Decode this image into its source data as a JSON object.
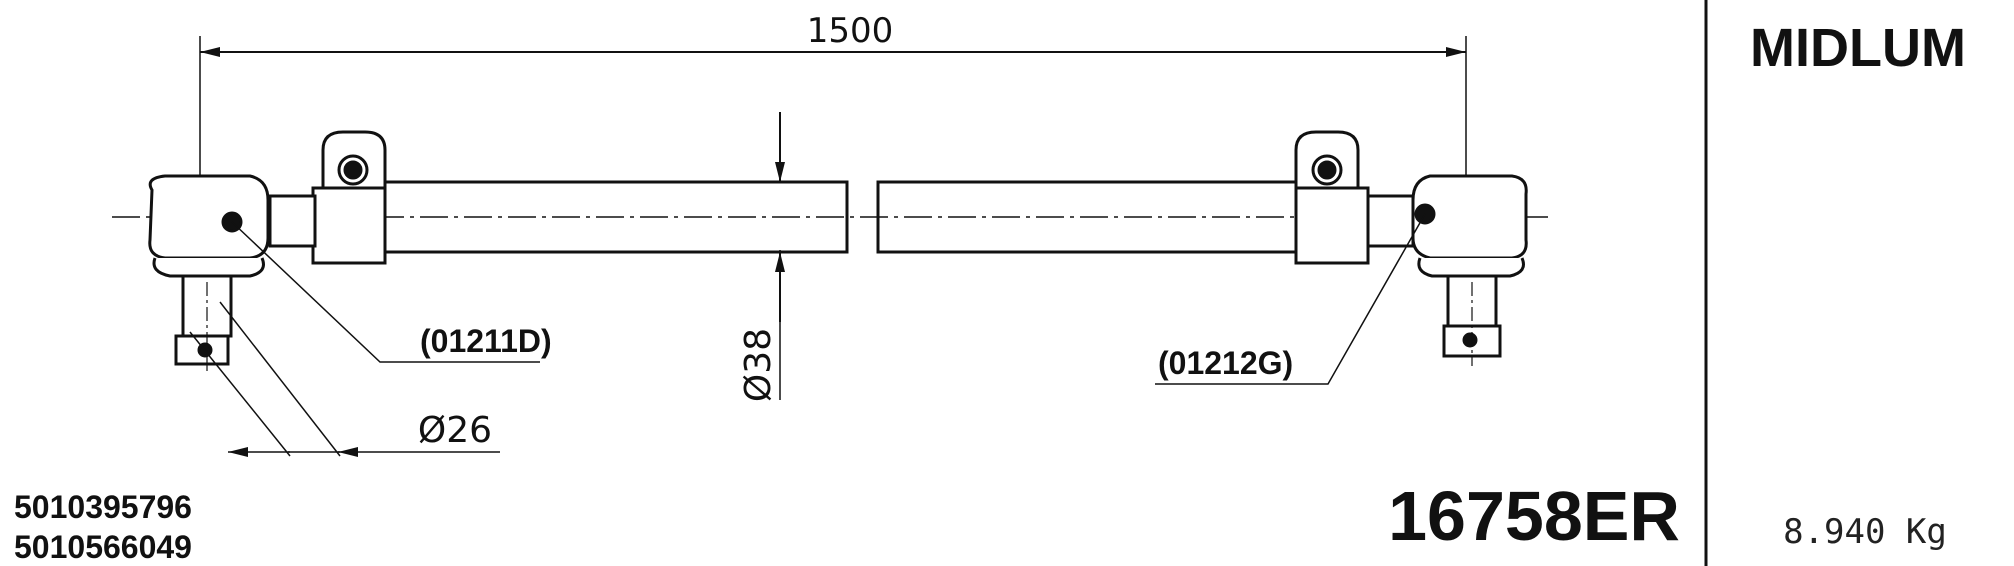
{
  "dimensions": {
    "overall_length": "1500",
    "tube_diameter": "Ø38",
    "ball_stud_diameter": "Ø26"
  },
  "callouts": {
    "left_end": "(01211D)",
    "right_end": "(01212G)"
  },
  "title_block": {
    "brand": "MIDLUM",
    "part_number": "16758ER",
    "weight": "8.940 Kg"
  },
  "reference_numbers": [
    "5010395796",
    "5010566049"
  ],
  "colors": {
    "ink": "#111111",
    "background": "#ffffff"
  }
}
